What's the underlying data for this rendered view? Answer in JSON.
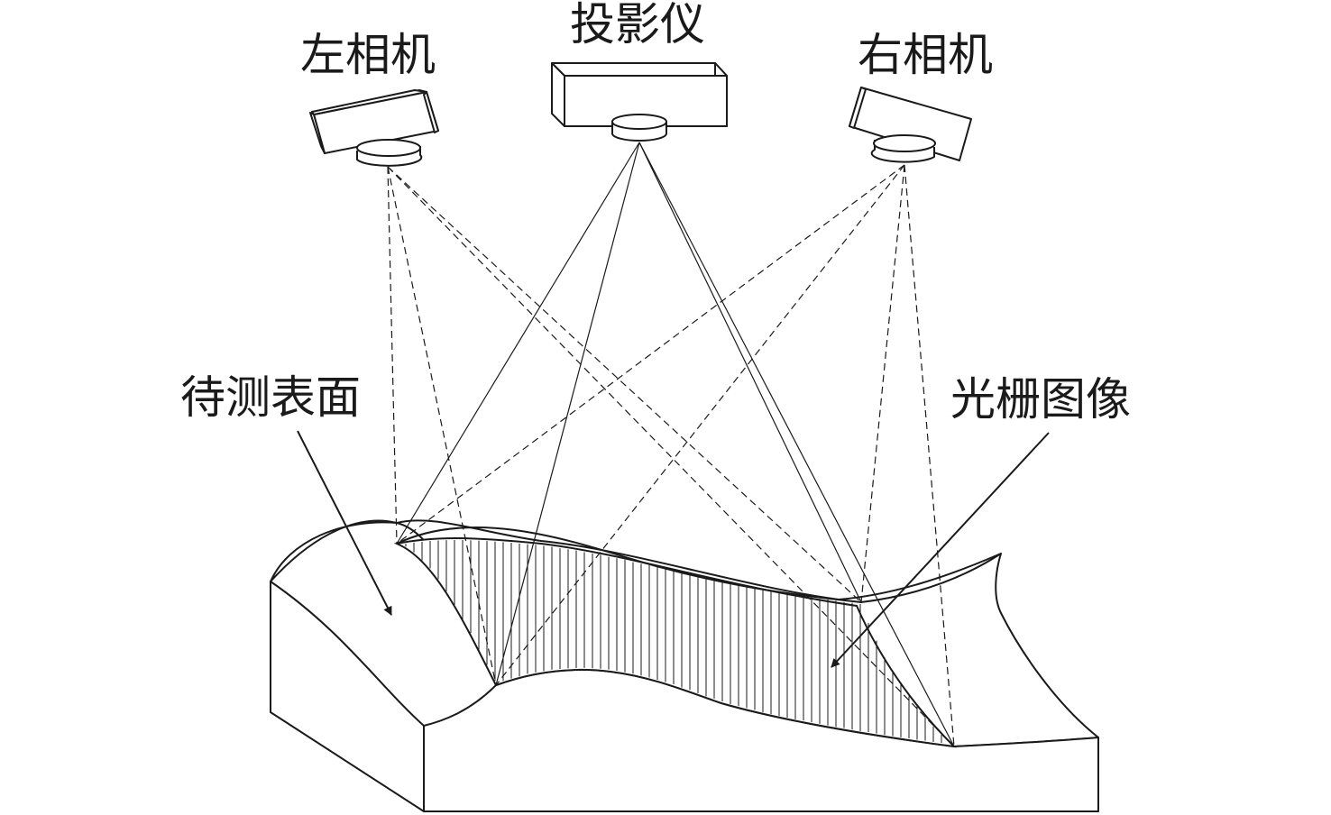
{
  "labels": {
    "left_camera": "左相机",
    "projector": "投影仪",
    "right_camera": "右相机",
    "surface": "待测表面",
    "grating": "光栅图像"
  },
  "colors": {
    "line": "#1a1a1a",
    "fill": "#ffffff"
  }
}
